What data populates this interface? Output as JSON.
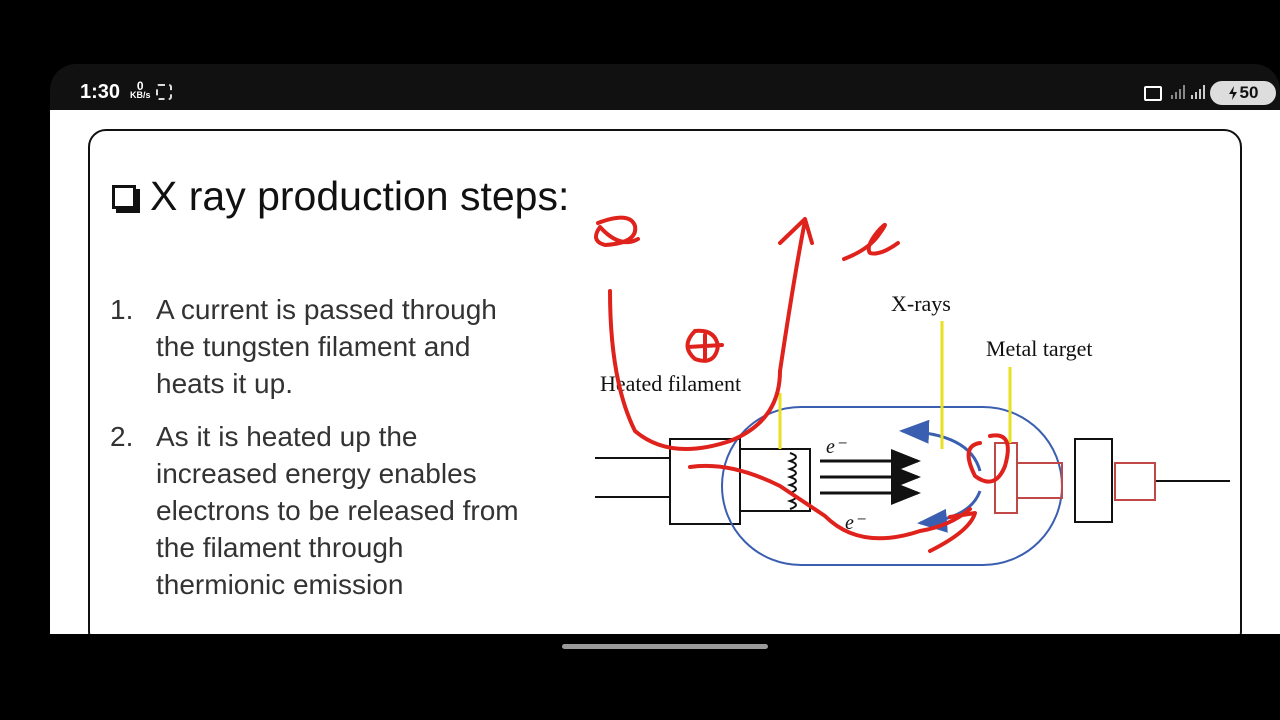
{
  "statusbar": {
    "time": "1:30",
    "net_speed": "0",
    "net_unit": "KB/s",
    "battery": "50"
  },
  "slide": {
    "title": "X ray production steps:",
    "steps": [
      {
        "num": "1.",
        "text": "A current is passed through the tungsten filament and heats it up."
      },
      {
        "num": "2.",
        "text": "As it is heated up the increased energy enables electrons to be released from the filament through thermionic emission"
      }
    ]
  },
  "diagram": {
    "labels": {
      "heated_filament": "Heated filament",
      "xrays": "X-rays",
      "metal_target": "Metal target",
      "electron_top": "e⁻",
      "electron_bottom": "e⁻"
    },
    "colors": {
      "tube_outline": "#3b5fb0",
      "annotation_pen": "#e0221c",
      "callout_line": "#e8e020",
      "target": "#c24848"
    }
  }
}
